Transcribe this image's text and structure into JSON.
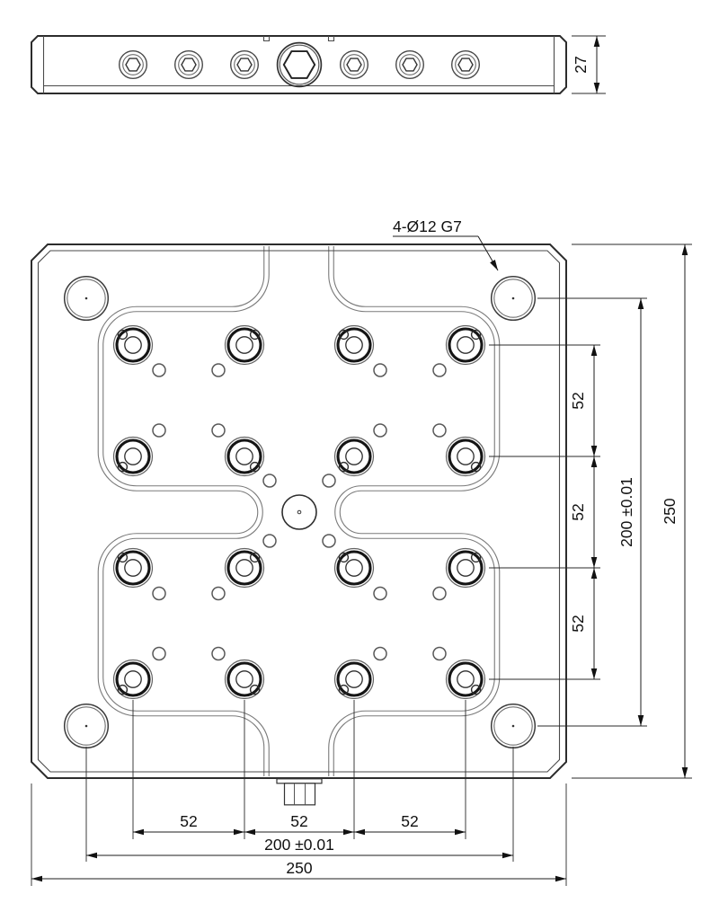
{
  "dims": {
    "thickness": "27",
    "pitch": "52",
    "pattern": "200 ±0.01",
    "overall": "250",
    "callout": "4-Ø12 G7"
  }
}
